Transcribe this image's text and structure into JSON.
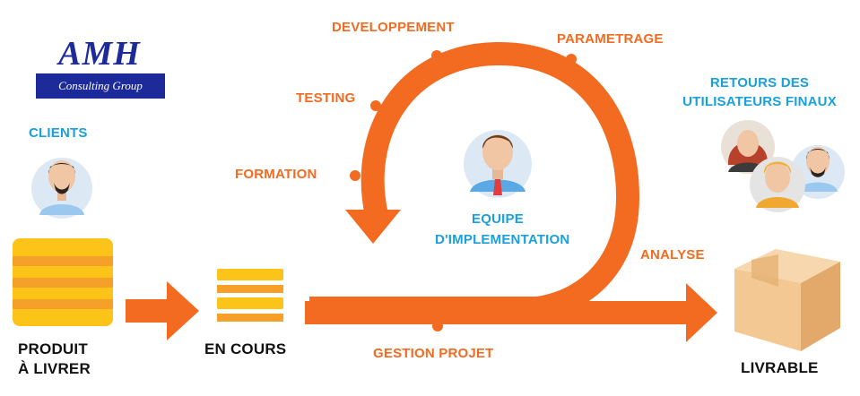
{
  "logo": {
    "brand": "AMH",
    "tagline": "Consulting Group"
  },
  "labels": {
    "clients": "CLIENTS",
    "developpement": "DEVELOPPEMENT",
    "parametrage": "PARAMETRAGE",
    "testing": "TESTING",
    "formation": "FORMATION",
    "equipe_line1": "EQUIPE",
    "equipe_line2": "D'IMPLEMENTATION",
    "retours_line1": "RETOURS DES",
    "retours_line2": "UTILISATEURS FINAUX",
    "analyse": "ANALYSE",
    "produit_line1": "PRODUIT",
    "produit_line2": "À LIVRER",
    "en_cours": "EN COURS",
    "gestion_projet": "GESTION PROJET",
    "livrable": "LIVRABLE"
  },
  "colors": {
    "orange": "#f26b21",
    "blue": "#1aa0dc",
    "navy": "#1c2a9a",
    "yellow": "#fcc419",
    "box": "#f3c893"
  },
  "icons": [
    "client-avatar-icon",
    "team-member-icon",
    "user-female-icon",
    "user-blond-icon",
    "user-bearded-icon",
    "product-stack-icon",
    "in-progress-stack-icon",
    "delivery-box-icon"
  ]
}
